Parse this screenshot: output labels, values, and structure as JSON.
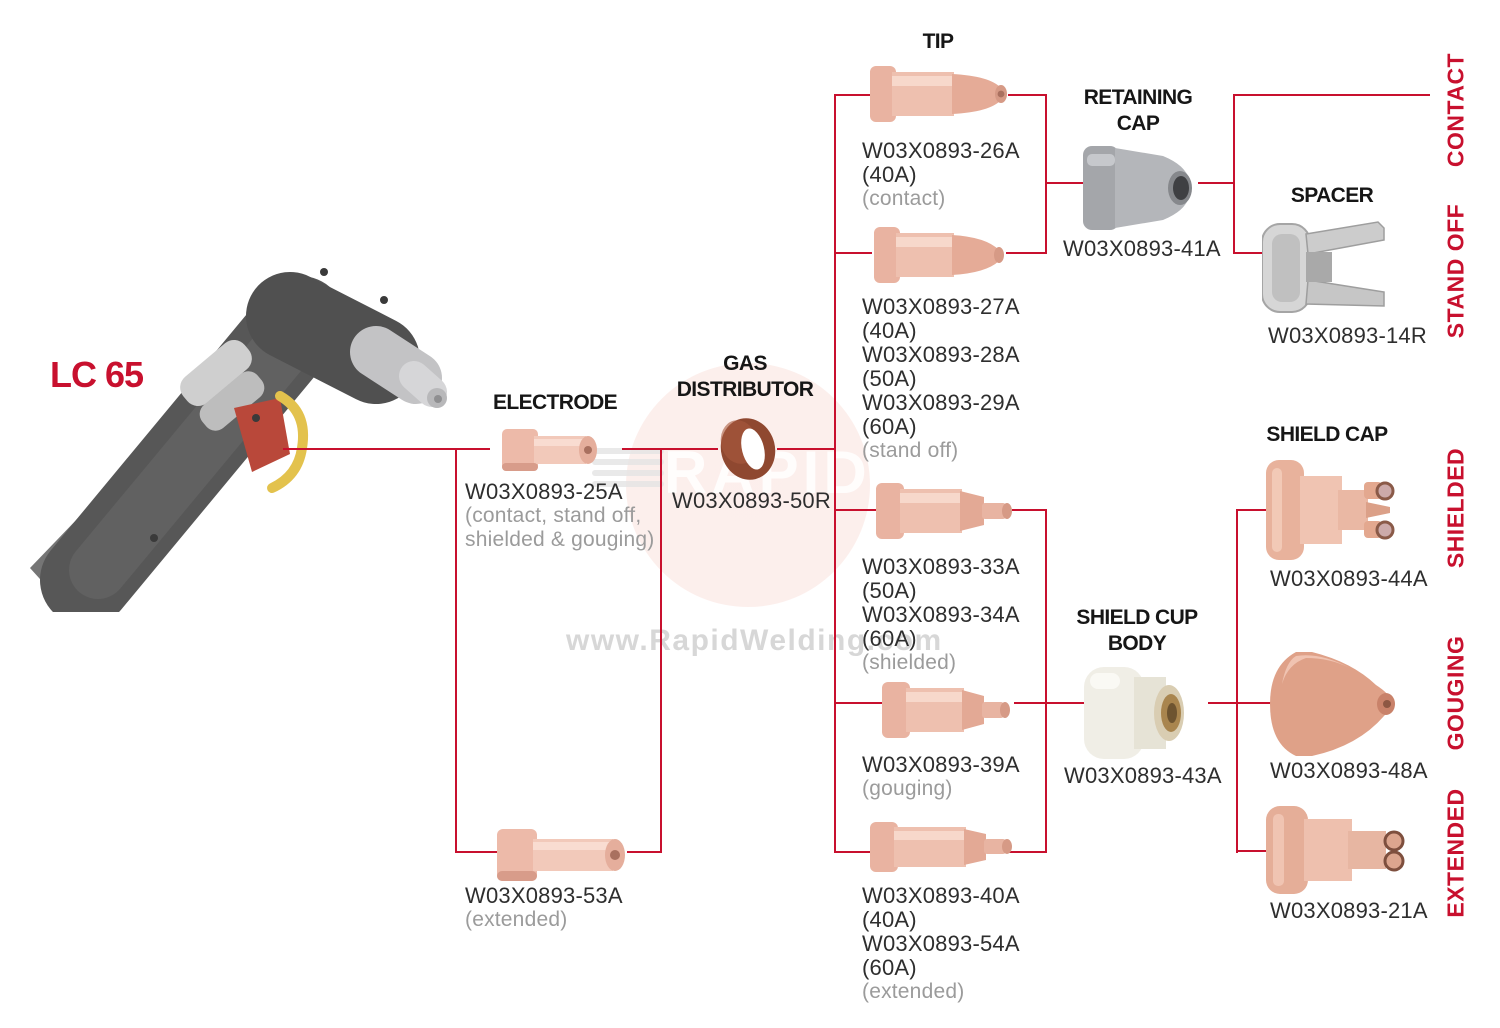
{
  "model": "LC 65",
  "watermark": {
    "url_text": "www.RapidWelding.com",
    "ghost_text": "RAPID"
  },
  "labels": {
    "tip": "TIP",
    "electrode": "ELECTRODE",
    "gas_distributor": [
      "GAS",
      "DISTRIBUTOR"
    ],
    "retaining_cap": [
      "RETAINING",
      "CAP"
    ],
    "spacer": "SPACER",
    "shield_cup_body": [
      "SHIELD CUP",
      "BODY"
    ],
    "shield_cap": "SHIELD CAP"
  },
  "right_labels": [
    "CONTACT",
    "STAND OFF",
    "SHIELDED",
    "GOUGING",
    "EXTENDED"
  ],
  "parts": {
    "electrode_main": {
      "number": "W03X0893-25A",
      "note": [
        "(contact, stand off,",
        "shielded & gouging)"
      ]
    },
    "electrode_extended": {
      "number": "W03X0893-53A",
      "note": "(extended)"
    },
    "gas_distributor": {
      "number": "W03X0893-50R"
    },
    "retaining_cap": {
      "number": "W03X0893-41A"
    },
    "spacer": {
      "number": "W03X0893-14R"
    },
    "shield_cup_body": {
      "number": "W03X0893-43A"
    },
    "tips": [
      {
        "rows": [
          "W03X0893-26A",
          "(40A)"
        ],
        "note": "(contact)"
      },
      {
        "rows": [
          "W03X0893-27A",
          "(40A)",
          "W03X0893-28A",
          "(50A)",
          "W03X0893-29A",
          "(60A)"
        ],
        "note": "(stand off)"
      },
      {
        "rows": [
          "W03X0893-33A",
          "(50A)",
          "W03X0893-34A",
          "(60A)"
        ],
        "note": "(shielded)"
      },
      {
        "rows": [
          "W03X0893-39A"
        ],
        "note": "(gouging)"
      },
      {
        "rows": [
          "W03X0893-40A",
          "(40A)",
          "W03X0893-54A",
          "(60A)"
        ],
        "note": "(extended)"
      }
    ],
    "shield_caps": [
      {
        "number": "W03X0893-44A"
      },
      {
        "number": "W03X0893-48A"
      },
      {
        "number": "W03X0893-21A"
      }
    ]
  },
  "colors": {
    "accent": "#c8102e",
    "header_text": "#161616",
    "part_text": "#2e2e2e",
    "note_text": "#9b9b9b"
  }
}
